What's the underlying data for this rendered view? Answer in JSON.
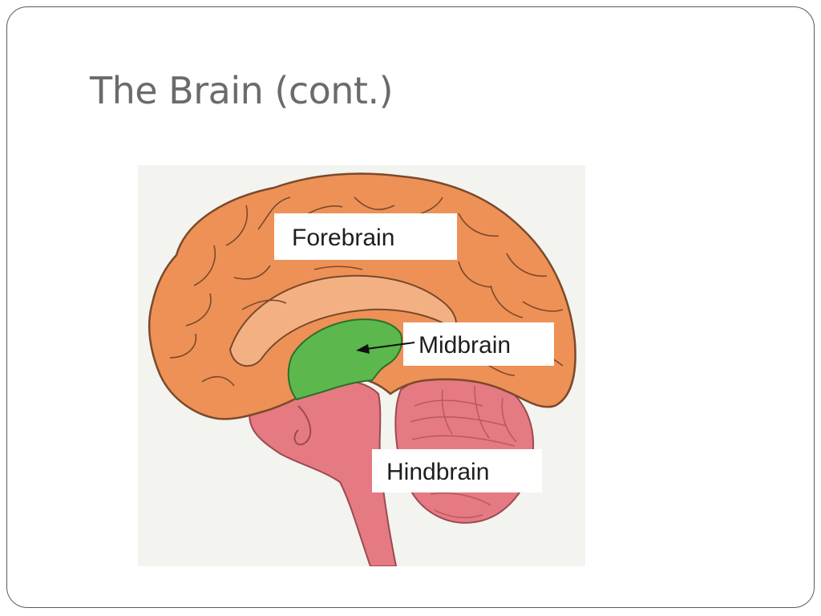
{
  "slide": {
    "title": "The Brain (cont.)"
  },
  "diagram": {
    "labels": {
      "forebrain": "Forebrain",
      "midbrain": "Midbrain",
      "hindbrain": "Hindbrain"
    },
    "colors": {
      "background": "#f3f3f0",
      "forebrain": "#ee9157",
      "midbrain": "#5cb84c",
      "hindbrain": "#e57a82",
      "outline": "#7a4a2a"
    }
  }
}
